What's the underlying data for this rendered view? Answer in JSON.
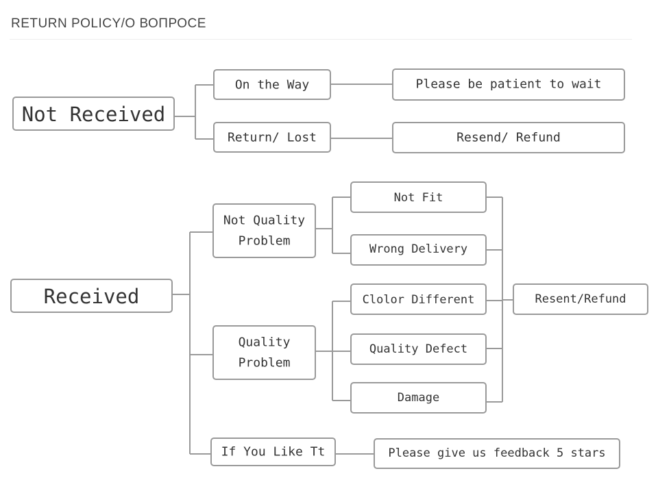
{
  "title": "RETURN POLICY/О ВОПРОСЕ",
  "nodes": {
    "not_received": "Not Received",
    "on_the_way": "On the Way",
    "please_wait": "Please be patient to wait",
    "return_lost": "Return/ Lost",
    "resend_refund": "Resend/ Refund",
    "received": "Received",
    "not_quality_problem": [
      "Not Quality",
      "Problem"
    ],
    "quality_problem": [
      "Quality",
      "Problem"
    ],
    "if_you_like": "If You Like Tt",
    "not_fit": "Not Fit",
    "wrong_delivery": "Wrong Delivery",
    "color_different": "Clolor Different",
    "quality_defect": "Quality Defect",
    "damage": "Damage",
    "resent_refund": "Resent/Refund",
    "feedback": "Please give us feedback 5 stars"
  },
  "colors": {
    "border": "#999999",
    "text": "#333333",
    "title": "#444444"
  }
}
